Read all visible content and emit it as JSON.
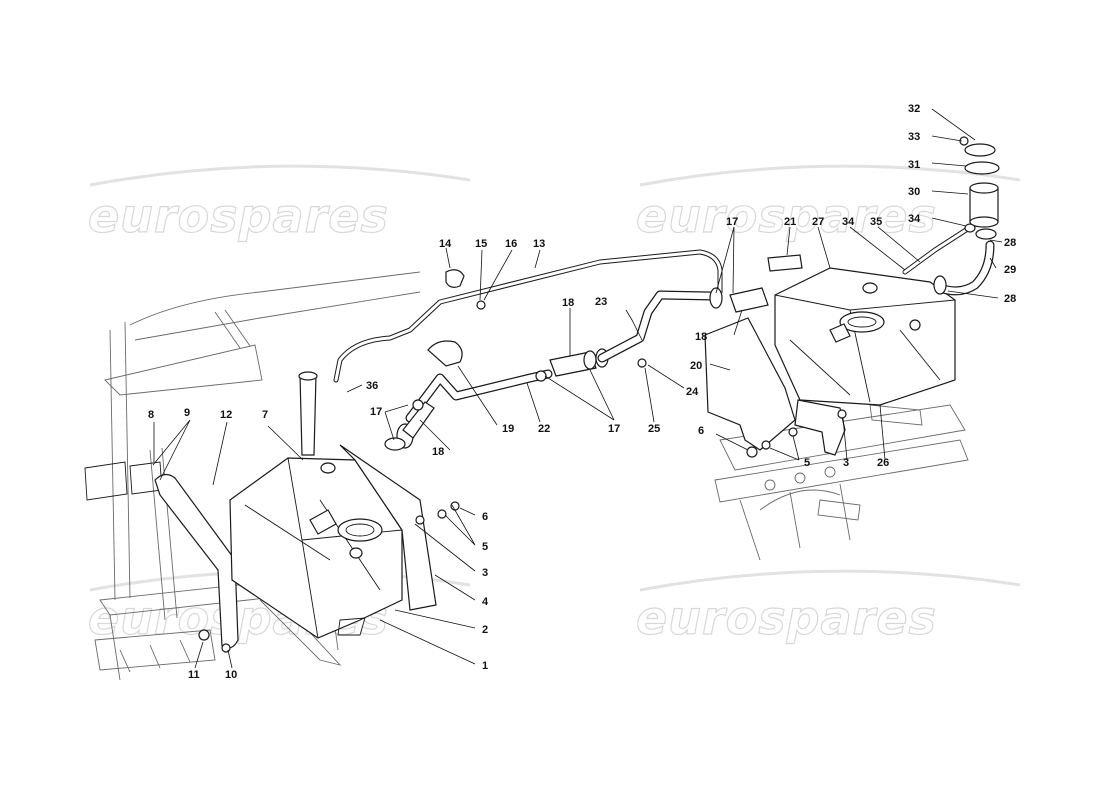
{
  "watermark": {
    "text": "eurospares"
  },
  "callouts": [
    {
      "id": "c-1",
      "label": "1"
    },
    {
      "id": "c-2",
      "label": "2"
    },
    {
      "id": "c-3a",
      "label": "3"
    },
    {
      "id": "c-4",
      "label": "4"
    },
    {
      "id": "c-5a",
      "label": "5"
    },
    {
      "id": "c-6a",
      "label": "6"
    },
    {
      "id": "c-7",
      "label": "7"
    },
    {
      "id": "c-8",
      "label": "8"
    },
    {
      "id": "c-9",
      "label": "9"
    },
    {
      "id": "c-10",
      "label": "10"
    },
    {
      "id": "c-11",
      "label": "11"
    },
    {
      "id": "c-12",
      "label": "12"
    },
    {
      "id": "c-13",
      "label": "13"
    },
    {
      "id": "c-14",
      "label": "14"
    },
    {
      "id": "c-15",
      "label": "15"
    },
    {
      "id": "c-16",
      "label": "16"
    },
    {
      "id": "c-17a",
      "label": "17"
    },
    {
      "id": "c-17b",
      "label": "17"
    },
    {
      "id": "c-17c",
      "label": "17"
    },
    {
      "id": "c-18a",
      "label": "18"
    },
    {
      "id": "c-18b",
      "label": "18"
    },
    {
      "id": "c-18c",
      "label": "18"
    },
    {
      "id": "c-19",
      "label": "19"
    },
    {
      "id": "c-20",
      "label": "20"
    },
    {
      "id": "c-21",
      "label": "21"
    },
    {
      "id": "c-22",
      "label": "22"
    },
    {
      "id": "c-23",
      "label": "23"
    },
    {
      "id": "c-24",
      "label": "24"
    },
    {
      "id": "c-25",
      "label": "25"
    },
    {
      "id": "c-26",
      "label": "26"
    },
    {
      "id": "c-27",
      "label": "27"
    },
    {
      "id": "c-28a",
      "label": "28"
    },
    {
      "id": "c-28b",
      "label": "28"
    },
    {
      "id": "c-29",
      "label": "29"
    },
    {
      "id": "c-30",
      "label": "30"
    },
    {
      "id": "c-31",
      "label": "31"
    },
    {
      "id": "c-32",
      "label": "32"
    },
    {
      "id": "c-33",
      "label": "33"
    },
    {
      "id": "c-34a",
      "label": "34"
    },
    {
      "id": "c-34b",
      "label": "34"
    },
    {
      "id": "c-35",
      "label": "35"
    },
    {
      "id": "c-36",
      "label": "36"
    },
    {
      "id": "c-6b",
      "label": "6"
    },
    {
      "id": "c-5b",
      "label": "5"
    },
    {
      "id": "c-3b",
      "label": "3"
    }
  ]
}
